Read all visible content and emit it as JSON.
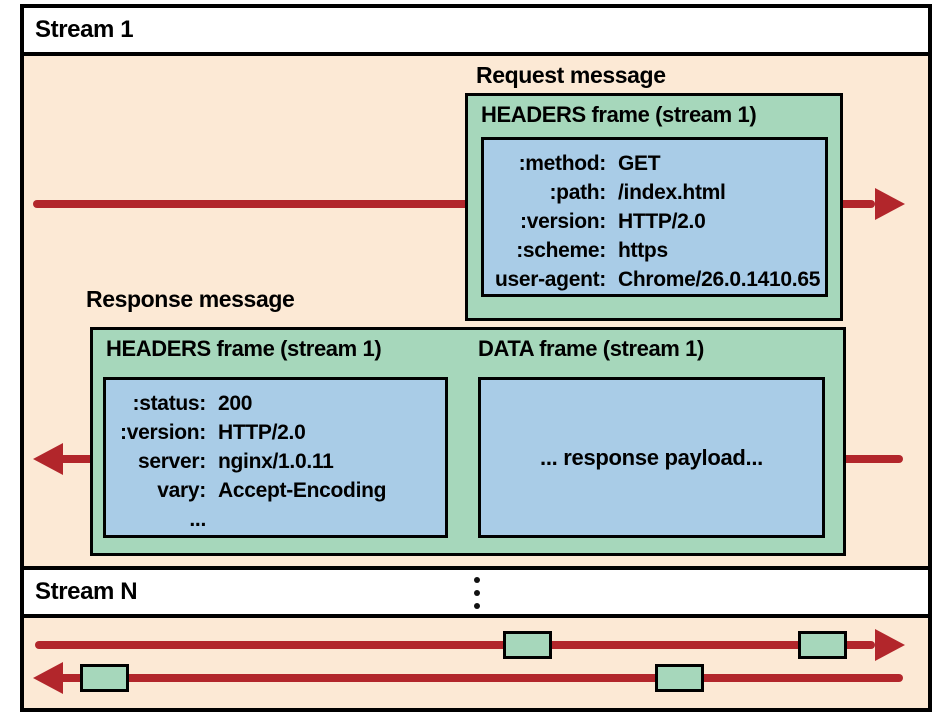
{
  "colors": {
    "peach": "#fce9d5",
    "green": "#a6d7bb",
    "blue": "#a9cce7",
    "red": "#b2262b"
  },
  "stream1": {
    "label": "Stream 1"
  },
  "request": {
    "message_label": "Request message",
    "frame_title": "HEADERS frame (stream 1)",
    "headers": [
      {
        "key": ":method:",
        "value": "GET"
      },
      {
        "key": ":path:",
        "value": "/index.html"
      },
      {
        "key": ":version:",
        "value": "HTTP/2.0"
      },
      {
        "key": ":scheme:",
        "value": "https"
      },
      {
        "key": "user-agent:",
        "value": "Chrome/26.0.1410.65"
      }
    ]
  },
  "response": {
    "message_label": "Response message",
    "headers_frame_title": "HEADERS frame (stream 1)",
    "data_frame_title": "DATA frame (stream 1)",
    "headers": [
      {
        "key": ":status:",
        "value": "200"
      },
      {
        "key": ":version:",
        "value": "HTTP/2.0"
      },
      {
        "key": "server:",
        "value": "nginx/1.0.11"
      },
      {
        "key": "vary:",
        "value": "Accept-Encoding"
      },
      {
        "key": "...",
        "value": ""
      }
    ],
    "payload_text": "... response payload..."
  },
  "streamN": {
    "label": "Stream N"
  }
}
